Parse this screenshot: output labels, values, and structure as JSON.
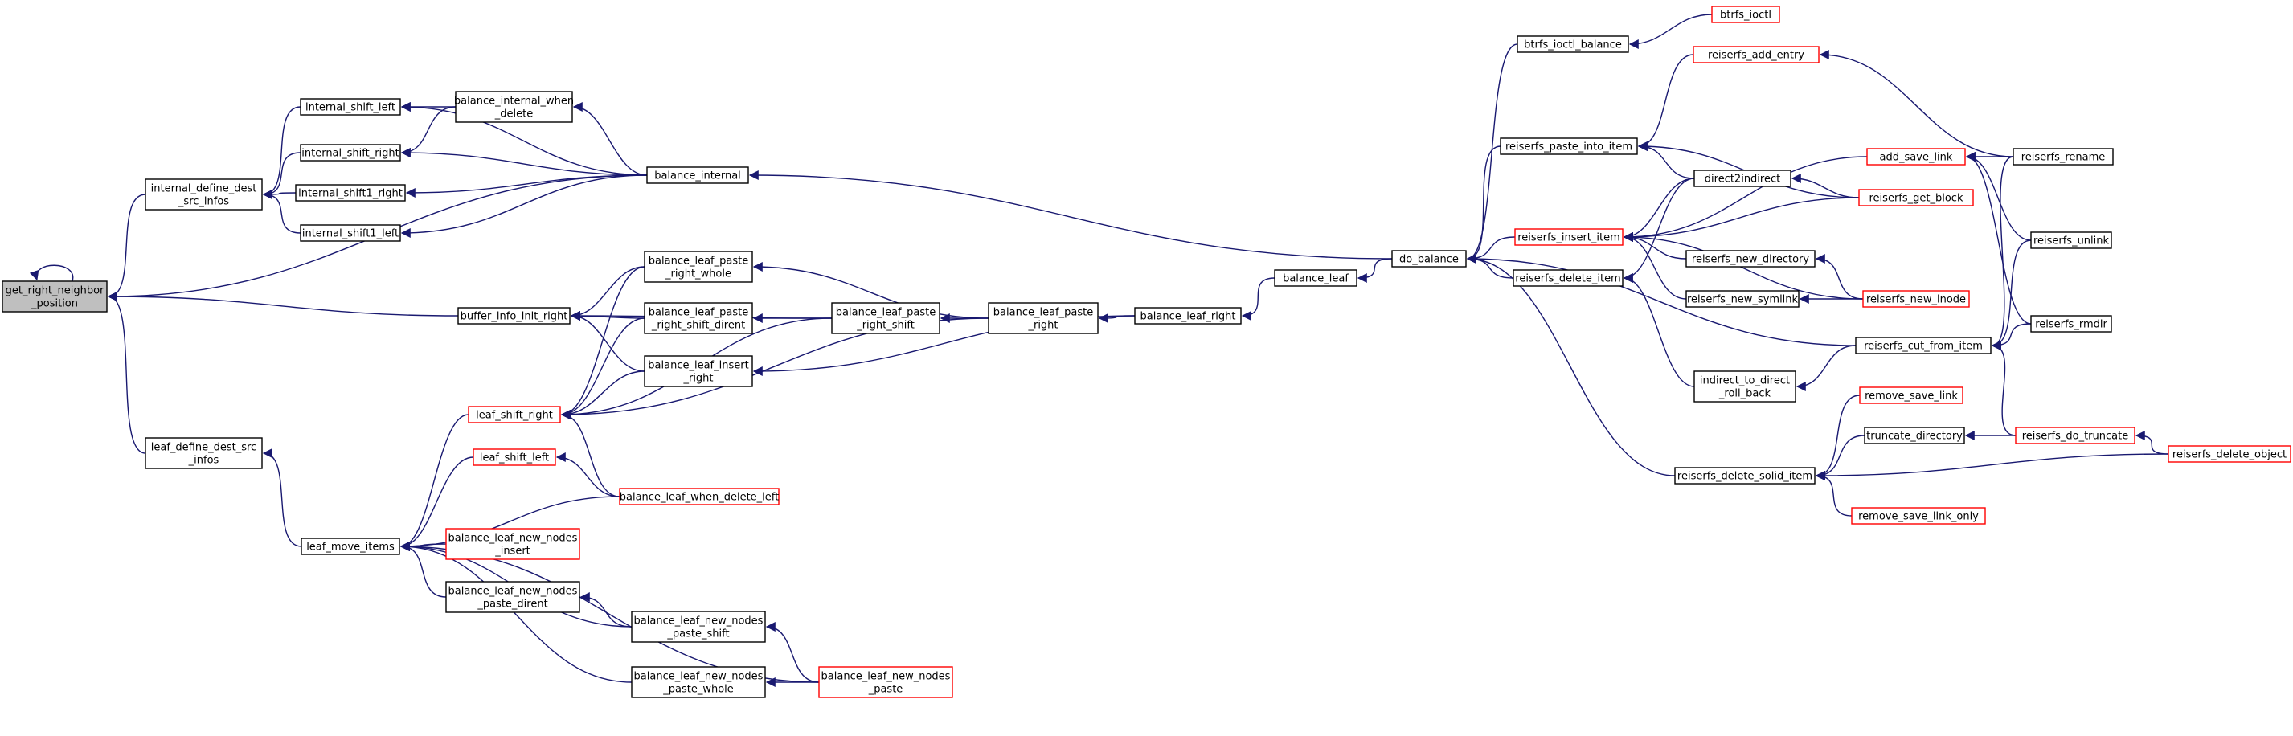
{
  "graph": {
    "edge_color": "#191970",
    "node_border_normal": "#000000",
    "node_border_truncated": "#ff0000",
    "root_fill": "#bfbfbf",
    "nodes": [
      {
        "id": "root",
        "lines": [
          "get_right_neighbor",
          "_position"
        ],
        "root": true
      },
      {
        "id": "idsi",
        "lines": [
          "internal_define_dest",
          "_src_infos"
        ]
      },
      {
        "id": "isl",
        "lines": [
          "internal_shift_left"
        ]
      },
      {
        "id": "isr",
        "lines": [
          "internal_shift_right"
        ]
      },
      {
        "id": "is1r",
        "lines": [
          "internal_shift1_right"
        ]
      },
      {
        "id": "is1l",
        "lines": [
          "internal_shift1_left"
        ]
      },
      {
        "id": "biwd",
        "lines": [
          "balance_internal_when",
          "_delete"
        ]
      },
      {
        "id": "bi",
        "lines": [
          "balance_internal"
        ]
      },
      {
        "id": "biir",
        "lines": [
          "buffer_info_init_right"
        ]
      },
      {
        "id": "ldsi",
        "lines": [
          "leaf_define_dest_src",
          "_infos"
        ]
      },
      {
        "id": "lmi",
        "lines": [
          "leaf_move_items"
        ]
      },
      {
        "id": "lsr",
        "lines": [
          "leaf_shift_right"
        ],
        "red": true
      },
      {
        "id": "lsl",
        "lines": [
          "leaf_shift_left"
        ],
        "red": true
      },
      {
        "id": "blprw",
        "lines": [
          "balance_leaf_paste",
          "_right_whole"
        ]
      },
      {
        "id": "blprsd",
        "lines": [
          "balance_leaf_paste",
          "_right_shift_dirent"
        ]
      },
      {
        "id": "blir",
        "lines": [
          "balance_leaf_insert",
          "_right"
        ]
      },
      {
        "id": "blprs",
        "lines": [
          "balance_leaf_paste",
          "_right_shift"
        ]
      },
      {
        "id": "blpr",
        "lines": [
          "balance_leaf_paste",
          "_right"
        ]
      },
      {
        "id": "blr",
        "lines": [
          "balance_leaf_right"
        ]
      },
      {
        "id": "bl",
        "lines": [
          "balance_leaf"
        ]
      },
      {
        "id": "bldl",
        "lines": [
          "balance_leaf_when_delete_left"
        ],
        "red": true
      },
      {
        "id": "blnni",
        "lines": [
          "balance_leaf_new_nodes",
          "_insert"
        ],
        "red": true
      },
      {
        "id": "blnnpd",
        "lines": [
          "balance_leaf_new_nodes",
          "_paste_dirent"
        ]
      },
      {
        "id": "blnnps",
        "lines": [
          "balance_leaf_new_nodes",
          "_paste_shift"
        ]
      },
      {
        "id": "blnnpw",
        "lines": [
          "balance_leaf_new_nodes",
          "_paste_whole"
        ]
      },
      {
        "id": "blnnp",
        "lines": [
          "balance_leaf_new_nodes",
          "_paste"
        ],
        "red": true
      },
      {
        "id": "db",
        "lines": [
          "do_balance"
        ]
      },
      {
        "id": "bib",
        "lines": [
          "btrfs_ioctl_balance"
        ]
      },
      {
        "id": "bioc",
        "lines": [
          "btrfs_ioctl"
        ],
        "red": true
      },
      {
        "id": "rpii",
        "lines": [
          "reiserfs_paste_into_item"
        ]
      },
      {
        "id": "rii",
        "lines": [
          "reiserfs_insert_item"
        ],
        "red": true
      },
      {
        "id": "rdi",
        "lines": [
          "reiserfs_delete_item"
        ]
      },
      {
        "id": "rdsi",
        "lines": [
          "reiserfs_delete_solid_item"
        ]
      },
      {
        "id": "rae",
        "lines": [
          "reiserfs_add_entry"
        ],
        "red": true
      },
      {
        "id": "d2i",
        "lines": [
          "direct2indirect"
        ]
      },
      {
        "id": "rnd",
        "lines": [
          "reiserfs_new_directory"
        ]
      },
      {
        "id": "rns",
        "lines": [
          "reiserfs_new_symlink"
        ]
      },
      {
        "id": "i2d",
        "lines": [
          "indirect_to_direct",
          "_roll_back"
        ]
      },
      {
        "id": "rcfi",
        "lines": [
          "reiserfs_cut_from_item"
        ]
      },
      {
        "id": "asl",
        "lines": [
          "add_save_link"
        ],
        "red": true
      },
      {
        "id": "rgb",
        "lines": [
          "reiserfs_get_block"
        ],
        "red": true
      },
      {
        "id": "rni",
        "lines": [
          "reiserfs_new_inode"
        ],
        "red": true
      },
      {
        "id": "rsl",
        "lines": [
          "remove_save_link"
        ],
        "red": true
      },
      {
        "id": "td",
        "lines": [
          "truncate_directory"
        ]
      },
      {
        "id": "rslo",
        "lines": [
          "remove_save_link_only"
        ],
        "red": true
      },
      {
        "id": "rdt",
        "lines": [
          "reiserfs_do_truncate"
        ],
        "red": true
      },
      {
        "id": "rren",
        "lines": [
          "reiserfs_rename"
        ]
      },
      {
        "id": "runl",
        "lines": [
          "reiserfs_unlink"
        ]
      },
      {
        "id": "rrmd",
        "lines": [
          "reiserfs_rmdir"
        ]
      },
      {
        "id": "rdo",
        "lines": [
          "reiserfs_delete_object"
        ],
        "red": true
      }
    ],
    "edges": [
      [
        "root",
        "root"
      ],
      [
        "root",
        "idsi"
      ],
      [
        "root",
        "bi"
      ],
      [
        "root",
        "biir"
      ],
      [
        "root",
        "ldsi"
      ],
      [
        "idsi",
        "isl"
      ],
      [
        "idsi",
        "isr"
      ],
      [
        "idsi",
        "is1r"
      ],
      [
        "idsi",
        "is1l"
      ],
      [
        "isl",
        "biwd"
      ],
      [
        "isl",
        "bi"
      ],
      [
        "isr",
        "biwd"
      ],
      [
        "isr",
        "bi"
      ],
      [
        "is1r",
        "bi"
      ],
      [
        "is1l",
        "bi"
      ],
      [
        "biwd",
        "bi"
      ],
      [
        "bi",
        "db"
      ],
      [
        "biir",
        "blprw"
      ],
      [
        "biir",
        "blprsd"
      ],
      [
        "biir",
        "blir"
      ],
      [
        "biir",
        "blprs"
      ],
      [
        "ldsi",
        "lmi"
      ],
      [
        "lmi",
        "lsr"
      ],
      [
        "lmi",
        "lsl"
      ],
      [
        "lmi",
        "bldl"
      ],
      [
        "lmi",
        "blnni"
      ],
      [
        "lmi",
        "blnnpd"
      ],
      [
        "lmi",
        "blnnps"
      ],
      [
        "lmi",
        "blnnpw"
      ],
      [
        "lmi",
        "blnnp"
      ],
      [
        "lsr",
        "blprw"
      ],
      [
        "lsr",
        "blprsd"
      ],
      [
        "lsr",
        "blir"
      ],
      [
        "lsr",
        "blprs"
      ],
      [
        "lsr",
        "blpr"
      ],
      [
        "lsr",
        "bldl"
      ],
      [
        "lsl",
        "bldl"
      ],
      [
        "blprw",
        "blpr"
      ],
      [
        "blprsd",
        "blprs"
      ],
      [
        "blprs",
        "blpr"
      ],
      [
        "blir",
        "blr"
      ],
      [
        "blpr",
        "blr"
      ],
      [
        "blr",
        "bl"
      ],
      [
        "bl",
        "db"
      ],
      [
        "blnnpd",
        "blnnps"
      ],
      [
        "blnnps",
        "blnnp"
      ],
      [
        "blnnpw",
        "blnnp"
      ],
      [
        "db",
        "bib"
      ],
      [
        "db",
        "rpii"
      ],
      [
        "db",
        "rii"
      ],
      [
        "db",
        "rdi"
      ],
      [
        "db",
        "rdsi"
      ],
      [
        "db",
        "rcfi"
      ],
      [
        "bib",
        "bioc"
      ],
      [
        "rpii",
        "rae"
      ],
      [
        "rpii",
        "d2i"
      ],
      [
        "rpii",
        "rgb"
      ],
      [
        "rae",
        "rren"
      ],
      [
        "rii",
        "asl"
      ],
      [
        "rii",
        "d2i"
      ],
      [
        "rii",
        "rgb"
      ],
      [
        "rii",
        "rnd"
      ],
      [
        "rii",
        "rns"
      ],
      [
        "rii",
        "rni"
      ],
      [
        "rdi",
        "d2i"
      ],
      [
        "rdi",
        "i2d"
      ],
      [
        "d2i",
        "rgb"
      ],
      [
        "rnd",
        "rni"
      ],
      [
        "rns",
        "rni"
      ],
      [
        "i2d",
        "rcfi"
      ],
      [
        "rcfi",
        "rren"
      ],
      [
        "rcfi",
        "runl"
      ],
      [
        "rcfi",
        "rrmd"
      ],
      [
        "rcfi",
        "rdt"
      ],
      [
        "asl",
        "rren"
      ],
      [
        "asl",
        "runl"
      ],
      [
        "asl",
        "rrmd"
      ],
      [
        "rdsi",
        "rsl"
      ],
      [
        "rdsi",
        "td"
      ],
      [
        "rdsi",
        "rslo"
      ],
      [
        "rdsi",
        "rdo"
      ],
      [
        "td",
        "rdt"
      ],
      [
        "rdt",
        "rdo"
      ]
    ]
  }
}
